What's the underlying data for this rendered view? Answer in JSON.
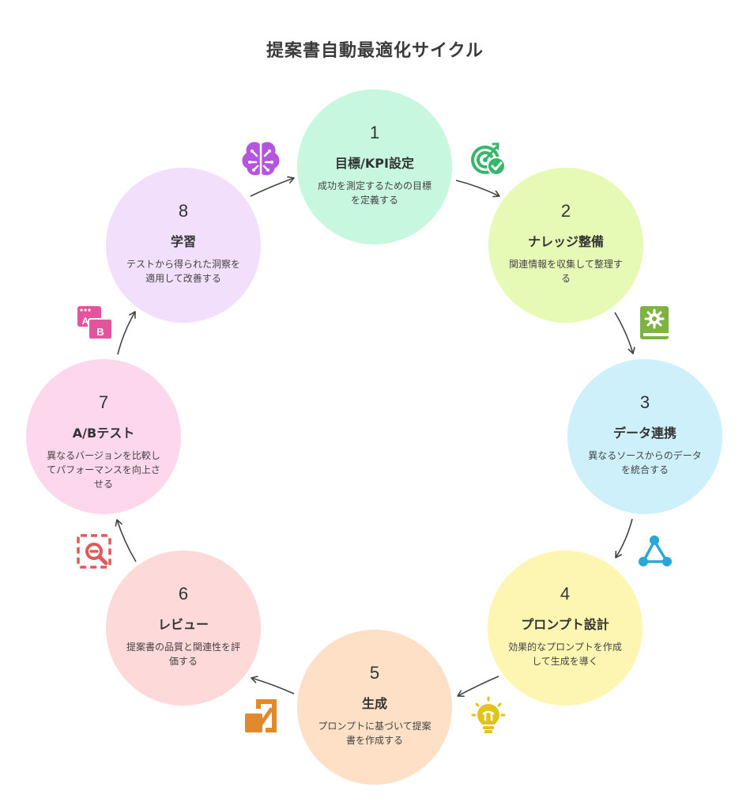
{
  "title": "提案書自動最適化サイクル",
  "steps": [
    {
      "num": "1",
      "label": "目標/KPI設定",
      "desc": "成功を測定するための目標を定義する",
      "color": "#c8f7df",
      "icon": "target-icon",
      "icon_color": "#35b86b"
    },
    {
      "num": "2",
      "label": "ナレッジ整備",
      "desc": "関連情報を収集して整理する",
      "color": "#e6fab6",
      "icon": "book-gear-icon",
      "icon_color": "#7cb342"
    },
    {
      "num": "3",
      "label": "データ連携",
      "desc": "異なるソースからのデータを統合する",
      "color": "#cdf0fb",
      "icon": "network-icon",
      "icon_color": "#2aa6d8"
    },
    {
      "num": "4",
      "label": "プロンプト設計",
      "desc": "効果的なプロンプトを作成して生成を導く",
      "color": "#fdf5b2",
      "icon": "lightbulb-icon",
      "icon_color": "#e2c21c"
    },
    {
      "num": "5",
      "label": "生成",
      "desc": "プロンプトに基づいて提案書を作成する",
      "color": "#fde0c5",
      "icon": "edit-document-icon",
      "icon_color": "#e08a2c"
    },
    {
      "num": "6",
      "label": "レビュー",
      "desc": "提案書の品質と関連性を評価する",
      "color": "#fdd9d9",
      "icon": "zoom-inspect-icon",
      "icon_color": "#e05858"
    },
    {
      "num": "7",
      "label": "A/Bテスト",
      "desc": "異なるバージョンを比較してパフォーマンスを向上させる",
      "color": "#fdd7ec",
      "icon": "ab-test-icon",
      "icon_color": "#e0559e"
    },
    {
      "num": "8",
      "label": "学習",
      "desc": "テストから得られた洞察を適用して改善する",
      "color": "#f1dffc",
      "icon": "brain-icon",
      "icon_color": "#b455e0"
    }
  ]
}
